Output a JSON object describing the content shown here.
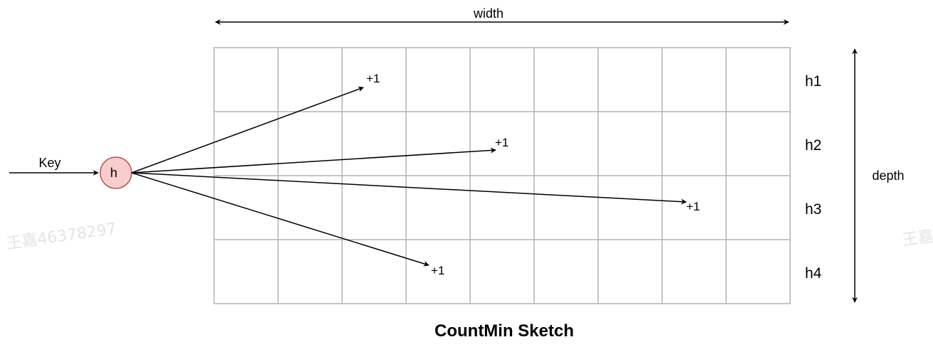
{
  "diagram": {
    "input_label": "Key",
    "hash_node_label": "h",
    "width_label": "width",
    "depth_label": "depth",
    "rows": [
      "h1",
      "h2",
      "h3",
      "h4"
    ],
    "columns": 9,
    "increments": [
      {
        "row": "h1",
        "label": "+1"
      },
      {
        "row": "h2",
        "label": "+1"
      },
      {
        "row": "h3",
        "label": "+1"
      },
      {
        "row": "h4",
        "label": "+1"
      }
    ],
    "caption": "CountMin Sketch",
    "watermark": "王嘉46378297",
    "colors": {
      "grid_line": "#b3b3b3",
      "hash_node_fill": "#f8cecc",
      "hash_node_stroke": "#b85450",
      "arrow": "#000000"
    }
  }
}
